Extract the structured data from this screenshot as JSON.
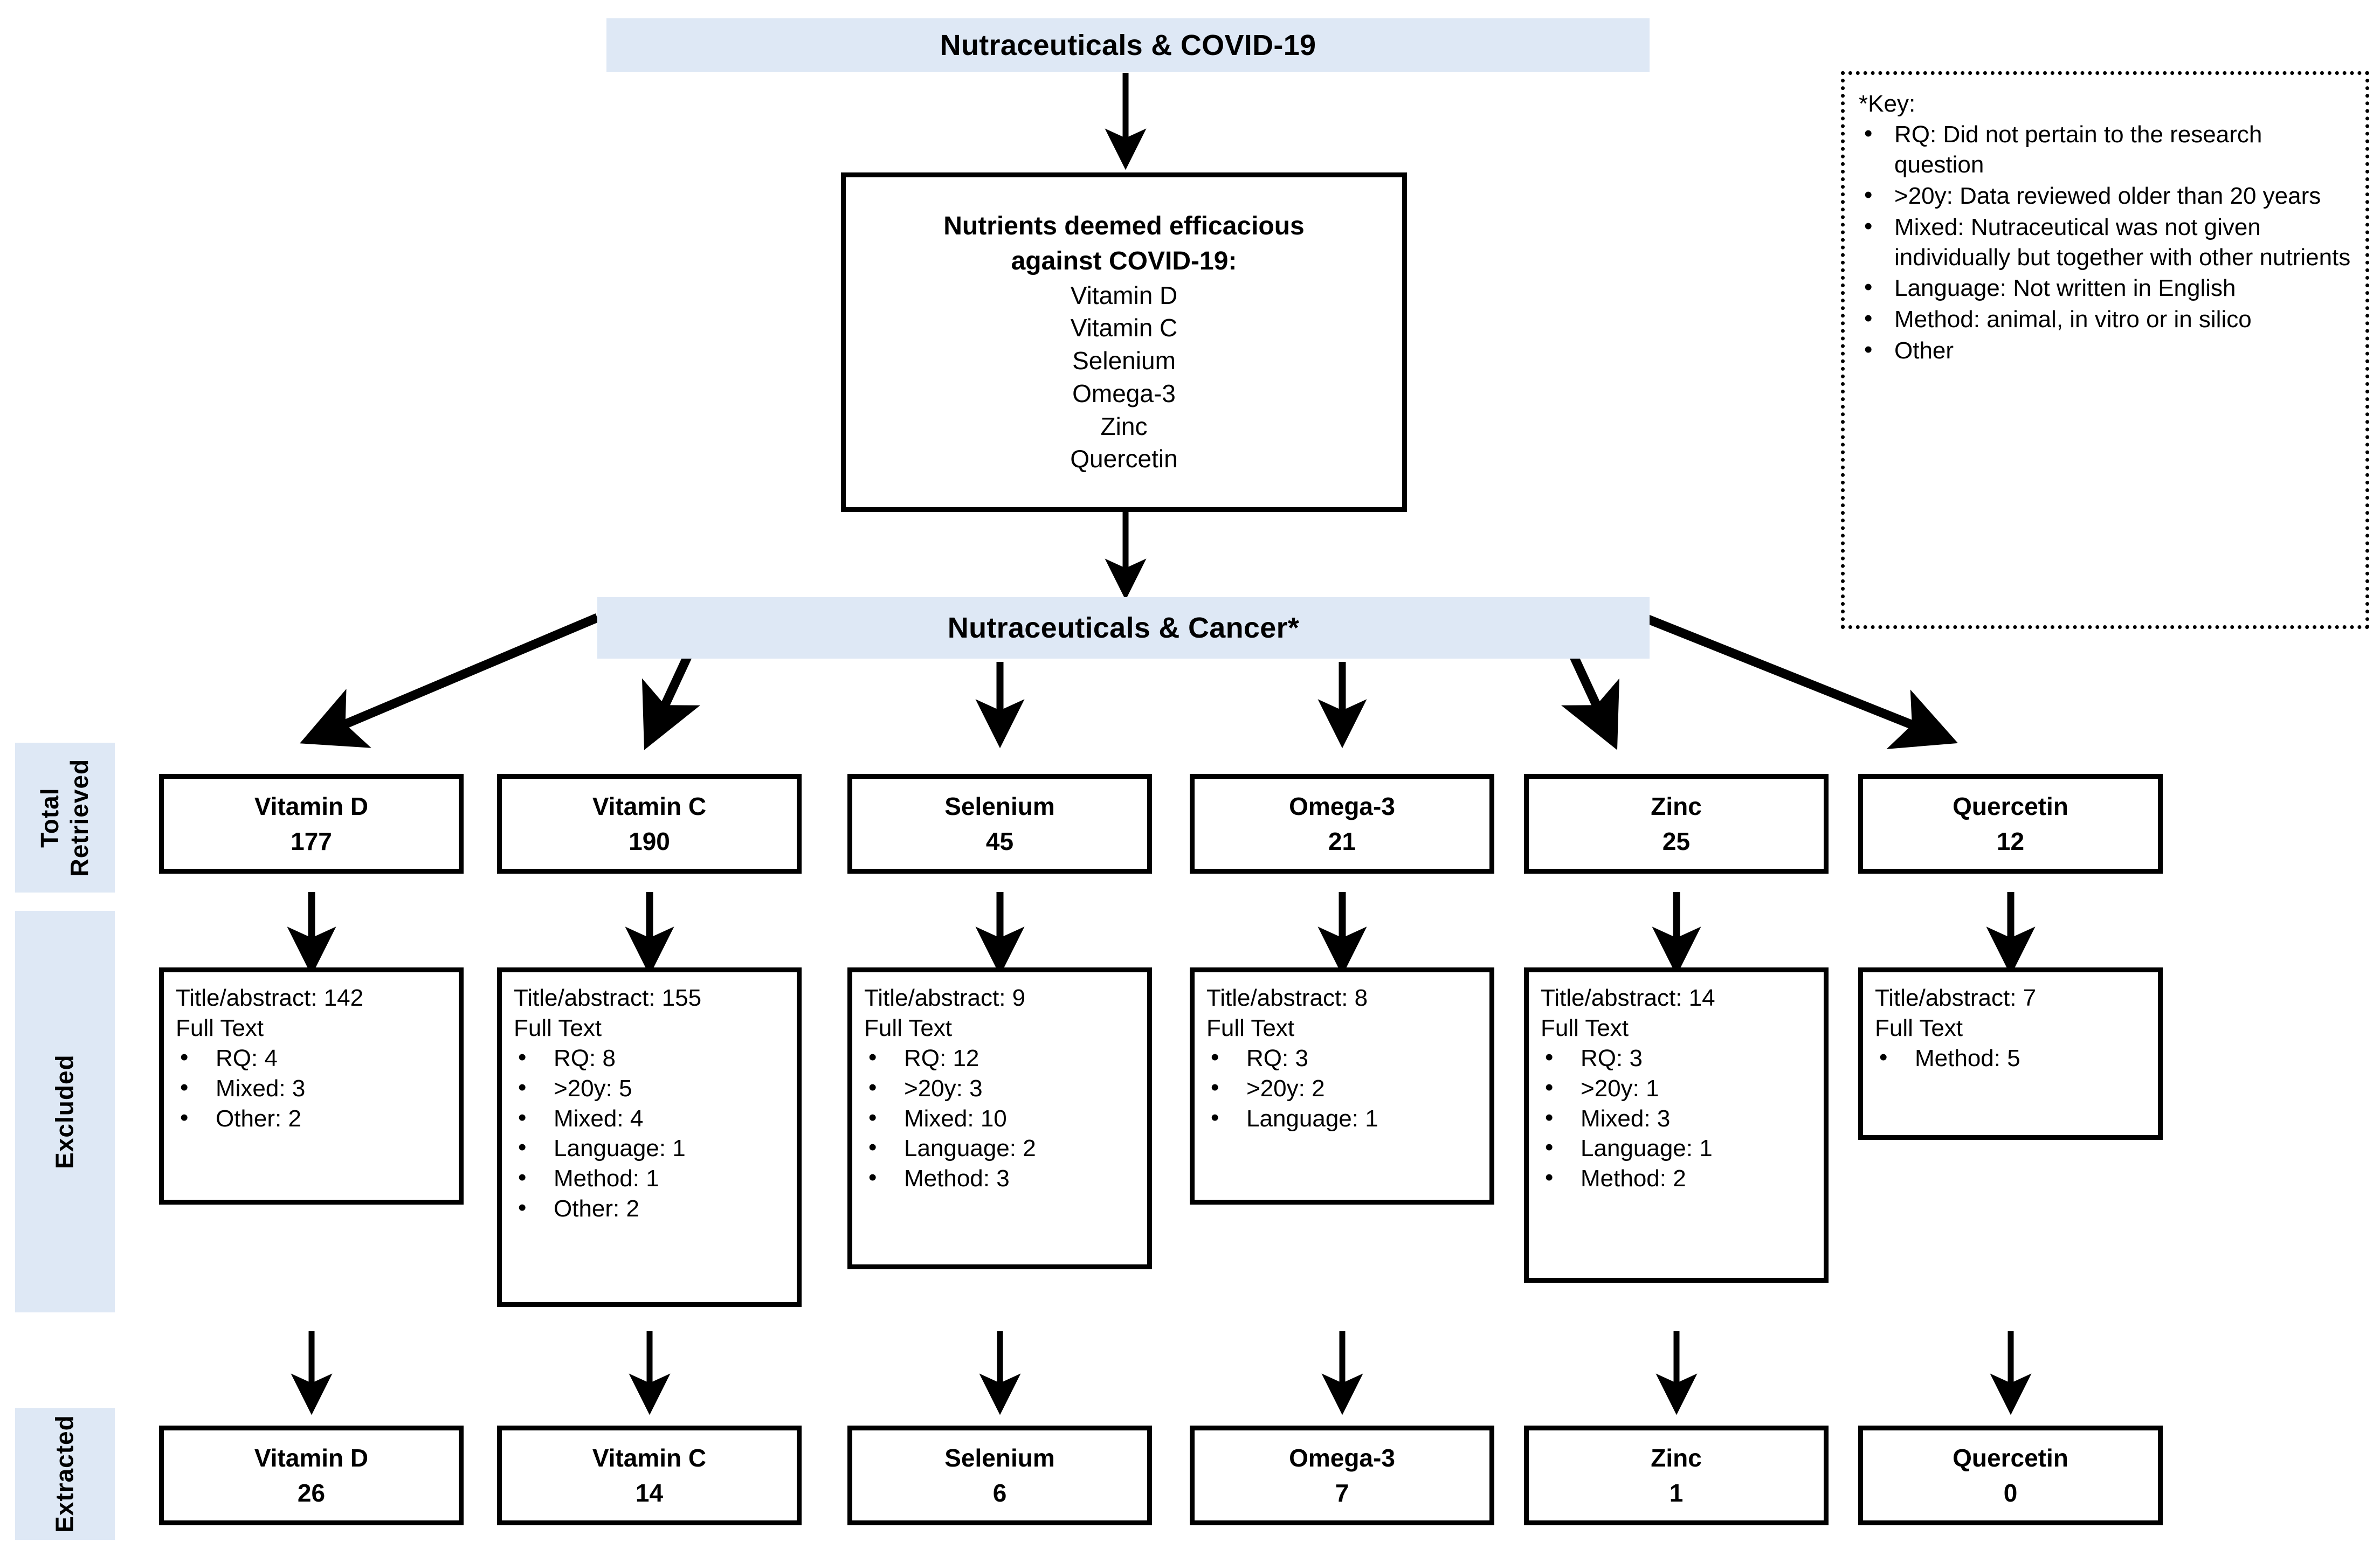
{
  "top_banner": {
    "label": "Nutraceuticals & COVID-19"
  },
  "nutrients_box": {
    "title_line1": "Nutrients deemed efficacious",
    "title_line2": "against COVID-19:",
    "items": [
      "Vitamin D",
      "Vitamin C",
      "Selenium",
      "Omega-3",
      "Zinc",
      "Quercetin"
    ]
  },
  "mid_banner": {
    "label": "Nutraceuticals & Cancer*"
  },
  "row_labels": {
    "retrieved": "Total Retrieved",
    "retrieved_line1": "Total",
    "retrieved_line2": "Retrieved",
    "excluded": "Excluded",
    "extracted": "Extracted"
  },
  "retrieved": [
    {
      "name": "Vitamin D",
      "count": "177"
    },
    {
      "name": "Vitamin C",
      "count": "190"
    },
    {
      "name": "Selenium",
      "count": "45"
    },
    {
      "name": "Omega-3",
      "count": "21"
    },
    {
      "name": "Zinc",
      "count": "25"
    },
    {
      "name": "Quercetin",
      "count": "12"
    }
  ],
  "excluded": [
    {
      "title_abstract": "Title/abstract: 142",
      "full_text_label": "Full Text",
      "reasons": [
        "RQ: 4",
        "Mixed: 3",
        "Other: 2"
      ]
    },
    {
      "title_abstract": "Title/abstract: 155",
      "full_text_label": "Full Text",
      "reasons": [
        "RQ: 8",
        ">20y: 5",
        "Mixed: 4",
        "Language: 1",
        "Method: 1",
        "Other: 2"
      ]
    },
    {
      "title_abstract": "Title/abstract: 9",
      "full_text_label": "Full Text",
      "reasons": [
        "RQ: 12",
        ">20y: 3",
        "Mixed: 10",
        "Language: 2",
        "Method: 3"
      ]
    },
    {
      "title_abstract": "Title/abstract: 8",
      "full_text_label": "Full Text",
      "reasons": [
        "RQ: 3",
        ">20y: 2",
        "Language: 1"
      ]
    },
    {
      "title_abstract": "Title/abstract: 14",
      "full_text_label": "Full Text",
      "reasons": [
        "RQ: 3",
        ">20y: 1",
        "Mixed: 3",
        "Language: 1",
        "Method: 2"
      ]
    },
    {
      "title_abstract": "Title/abstract: 7",
      "full_text_label": "Full Text",
      "reasons": [
        "Method: 5"
      ]
    }
  ],
  "extracted": [
    {
      "name": "Vitamin D",
      "count": "26"
    },
    {
      "name": "Vitamin C",
      "count": "14"
    },
    {
      "name": "Selenium",
      "count": "6"
    },
    {
      "name": "Omega-3",
      "count": "7"
    },
    {
      "name": "Zinc",
      "count": "1"
    },
    {
      "name": "Quercetin",
      "count": "0"
    }
  ],
  "key_box": {
    "heading": "*Key:",
    "items": [
      "RQ: Did not pertain to the research question",
      ">20y: Data reviewed older than 20 years",
      "Mixed: Nutraceutical was not given individually but together with other nutrients",
      "Language: Not written in English",
      "Method: animal, in vitro or in silico",
      "Other"
    ]
  },
  "colors": {
    "banner_blue": "#dee8f5",
    "border_black": "#000000",
    "background": "#ffffff"
  }
}
